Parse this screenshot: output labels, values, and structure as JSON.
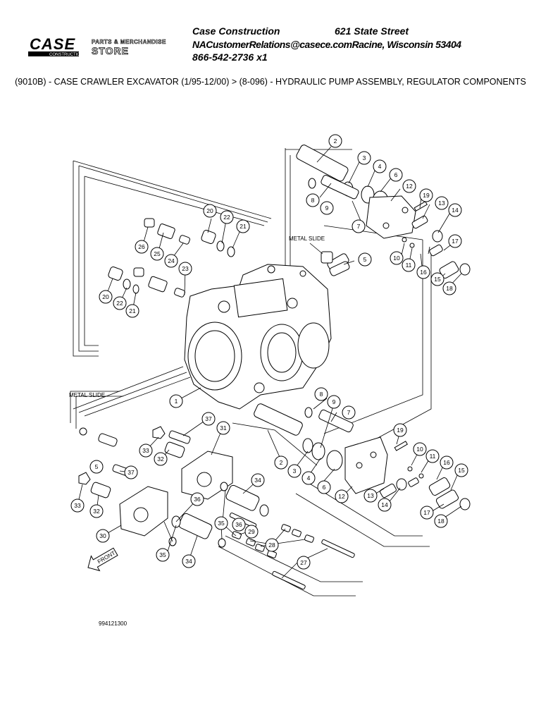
{
  "logo": {
    "brand": "CASE",
    "sub": "CONSTRUCTION",
    "store_line1": "PARTS & MERCHANDISE",
    "store_line2": "STORE"
  },
  "header": {
    "company": "Case Construction",
    "street": "621 State Street",
    "email": "NACustomerRelations@casece.com",
    "city": "Racine, Wisconsin 53404",
    "phone": "866-542-2736 x1"
  },
  "breadcrumb": "(9010B) - CASE CRAWLER EXCAVATOR (1/95-12/00) > (8-096) - HYDRAULIC PUMP ASSEMBLY, REGULATOR COMPONENTS",
  "diagram": {
    "labels": {
      "metal_slide_top": "METAL SLIDE",
      "metal_slide_left": "METAL SLIDE",
      "front": "FRONT",
      "drawing_number": "994121300"
    },
    "callouts": [
      "2",
      "3",
      "4",
      "6",
      "8",
      "9",
      "7",
      "12",
      "19",
      "13",
      "14",
      "10",
      "11",
      "16",
      "17",
      "15",
      "18",
      "20",
      "22",
      "21",
      "26",
      "25",
      "24",
      "23",
      "5",
      "1",
      "37",
      "31",
      "33",
      "32",
      "35",
      "36",
      "34",
      "29",
      "28",
      "27",
      "30"
    ]
  }
}
